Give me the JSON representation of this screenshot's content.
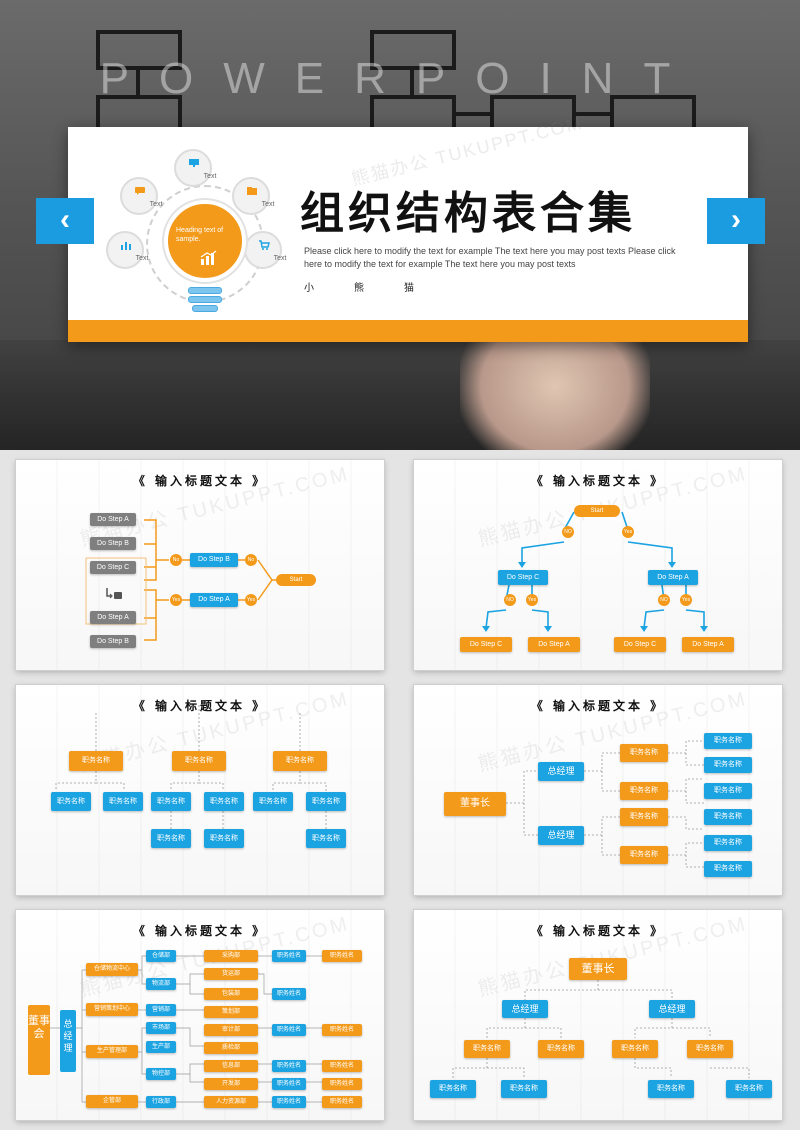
{
  "hero": {
    "bigword": "POWERPOINT",
    "title": "组织结构表合集",
    "desc": "Please click here to modify the text for example The text here you may post texts Please click here to modify the text for example The text here you may post texts",
    "author": "小熊猫",
    "watermark": "熊猫办公 TUKUPPT.COM",
    "heading_text": "Heading text of sample.",
    "icon_label": "Text",
    "nav_prev": "‹",
    "nav_next": "›"
  },
  "slide_title": "《 输入标题文本 》",
  "slide_watermark": "熊猫办公 TUKUPPT.COM",
  "s1": {
    "gray": [
      "Do Step A",
      "Do Step B",
      "Do Step C",
      "Do Step A",
      "Do Step B"
    ],
    "blue": [
      "Do Step B",
      "Do Step A"
    ],
    "start": "Start",
    "yes": "Yes",
    "no": "No"
  },
  "s2": {
    "start": "Start",
    "yes": "Yes",
    "no": "NO",
    "blue": [
      "Do Step C",
      "Do Step A"
    ],
    "orange": [
      "Do Step C",
      "Do Step A",
      "Do Step C",
      "Do Step A"
    ]
  },
  "s3": {
    "pos": "职务名称"
  },
  "s4": {
    "chair": "董事长",
    "gm": "总经理",
    "pos": "职务名称"
  },
  "s5": {
    "board": "董事会",
    "gm": "总经理",
    "centers": [
      "仓储物流中心",
      "营销策划中心",
      "生产管理部",
      "企管部"
    ],
    "depts": [
      "仓储部",
      "物流部",
      "营销部",
      "市场部",
      "生产部",
      "物控部",
      "行政部"
    ],
    "subs": [
      "采购部",
      "货运部",
      "包装部",
      "策划部",
      "审计部",
      "质检部",
      "信息部",
      "开发部",
      "人力资源部"
    ],
    "pos": "职务姓名"
  },
  "s6": {
    "chair": "董事长",
    "gm": "总经理",
    "pos": "职务名称"
  }
}
